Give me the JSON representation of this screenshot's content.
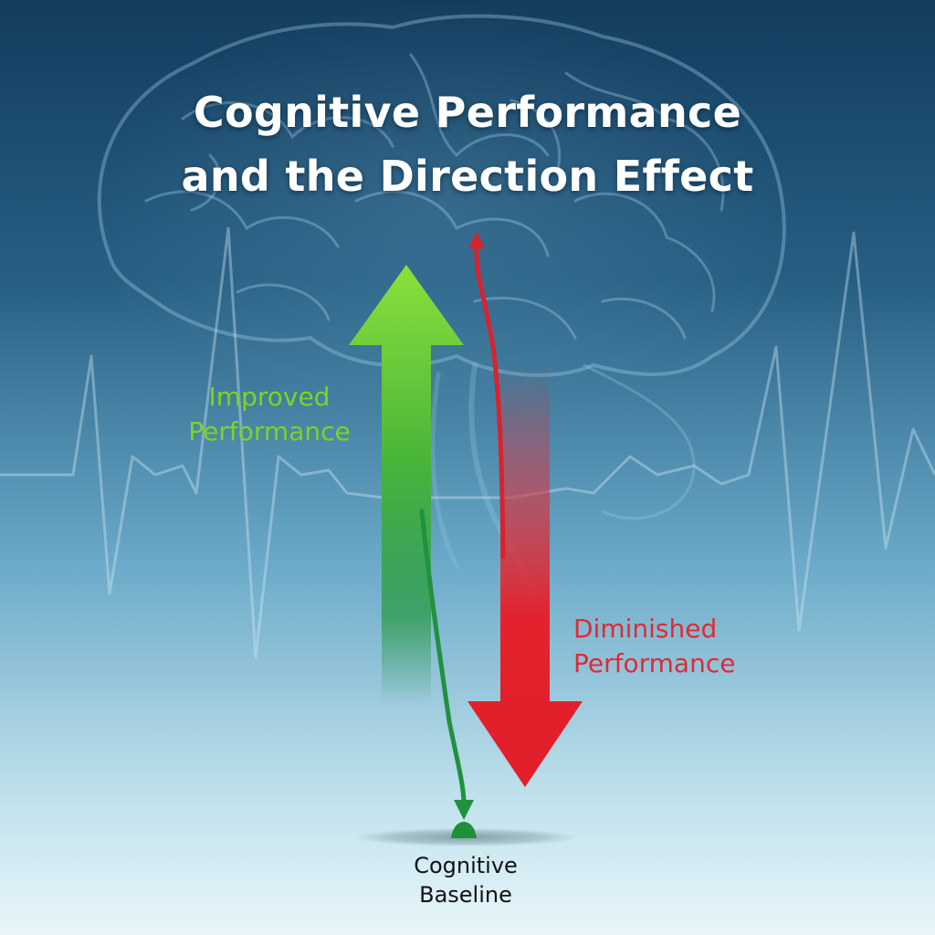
{
  "title": {
    "line1": "Cognitive Performance",
    "line2": "and the Direction Effect"
  },
  "labels": {
    "improved": {
      "line1": "Improved",
      "line2": "Performance",
      "color": "#7ed321"
    },
    "diminished": {
      "line1": "Diminished",
      "line2": "Performance",
      "color": "#e02a35"
    },
    "baseline": {
      "line1": "Cognitive",
      "line2": "Baseline"
    }
  },
  "colors": {
    "background_top": "#123c5e",
    "background_mid": "#5c9dbe",
    "background_bottom": "#e6f5f9",
    "improved_arrow": "#5bc236",
    "diminished_arrow": "#e3222d",
    "baseline_marker": "#1f8f3a"
  },
  "icons": [
    "brain-illustration",
    "ecg-pulse-line",
    "up-arrow",
    "down-arrow",
    "baseline-marker"
  ]
}
